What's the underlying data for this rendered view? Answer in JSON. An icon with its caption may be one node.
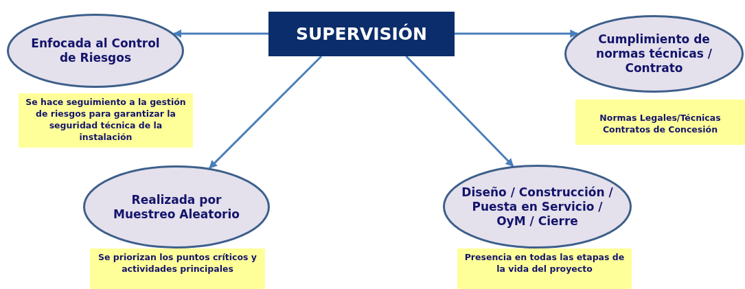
{
  "diagram": {
    "nodes": [
      {
        "text": [
          "Enfocada al Control de Riesgos"
        ]
      },
      {
        "text": [
          "SUPERVISIÓN"
        ]
      },
      {
        "text": [
          "Cumplimiento de normas técnicas / Contrato"
        ]
      },
      {
        "text": [
          "Se hace seguimiento a la gestión de riesgos para garantizar la seguridad técnica de la instalación"
        ]
      },
      {
        "text": [
          "Normas  Legales/Técnicas Contratos de Concesión"
        ]
      },
      {
        "text": [
          "Realizada por Muestreo Aleatorio"
        ]
      },
      {
        "text": [
          "Diseño / Construcción / Puesta en Servicio / OyM / Cierre"
        ]
      },
      {
        "text": [
          "Se priorizan los puntos críticos y actividades principales"
        ]
      },
      {
        "text": [
          "Presencia en todas las etapas de la vida del proyecto"
        ]
      }
    ],
    "edges": [
      {
        "from": 1,
        "to": 0,
        "arrow": "to"
      },
      {
        "from": 1,
        "to": 2,
        "arrow": "to"
      },
      {
        "from": 1,
        "to": 5,
        "arrow": "to"
      },
      {
        "from": 1,
        "to": 6,
        "arrow": "to"
      }
    ]
  }
}
